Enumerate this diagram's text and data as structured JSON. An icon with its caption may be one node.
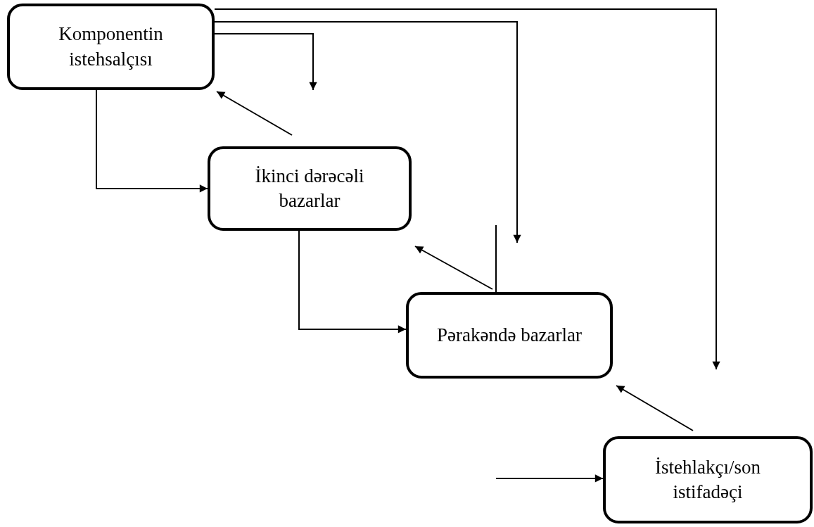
{
  "diagram": {
    "nodes": [
      {
        "text": [
          "Komponentin istehsalçısı"
        ]
      },
      {
        "text": [
          "İkinci dərəcəli bazarlar"
        ]
      },
      {
        "text": [
          "Pərakəndə bazarlar"
        ]
      },
      {
        "text": [
          "İstehlakçı/son istifadəçi"
        ]
      }
    ],
    "edges": [
      {
        "from": 0,
        "to": 1,
        "arrow": "to"
      },
      {
        "from": 1,
        "to": 0,
        "arrow": "to"
      },
      {
        "from": 0,
        "to": null,
        "arrow": "to"
      },
      {
        "from": 0,
        "to": null,
        "arrow": "to"
      },
      {
        "from": 0,
        "to": null,
        "arrow": "to"
      },
      {
        "from": 1,
        "to": 2,
        "arrow": "to"
      },
      {
        "from": 2,
        "to": 1,
        "arrow": "to"
      },
      {
        "from": 2,
        "to": null,
        "arrow": "none"
      },
      {
        "from": 3,
        "to": 2,
        "arrow": "to"
      },
      {
        "from": null,
        "to": 3,
        "arrow": "to"
      }
    ]
  }
}
